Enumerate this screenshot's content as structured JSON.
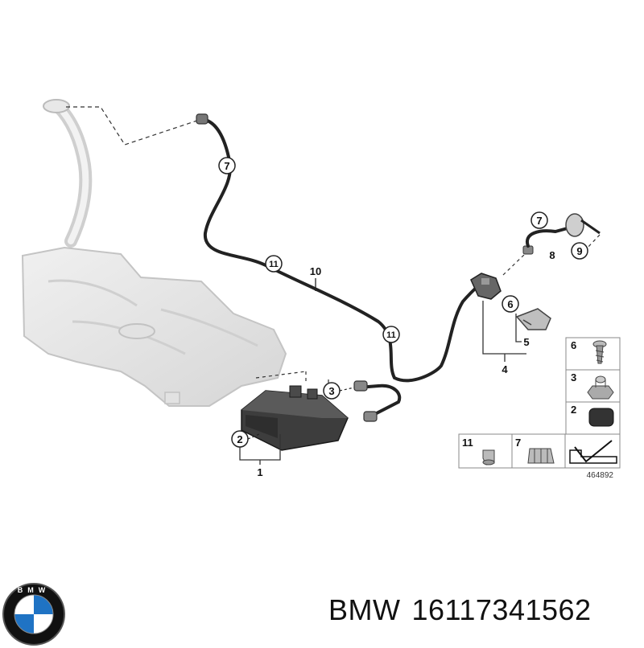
{
  "diagram": {
    "callouts": {
      "c7a": "7",
      "c11a": "11",
      "c10": "10",
      "c11b": "11",
      "c3": "3",
      "c2": "2",
      "c1": "1",
      "c7b": "7",
      "c8": "8",
      "c9": "9",
      "c6": "6",
      "c5": "5",
      "c4": "4"
    },
    "legend": {
      "cells": [
        "6",
        "3",
        "2",
        "11",
        "7"
      ]
    },
    "drawing_number": "464892"
  },
  "footer": {
    "brand": "BMW",
    "part_number": "16117341562",
    "logo_letters": "BMW"
  },
  "colors": {
    "bmw_blue": "#1f73c4",
    "dark": "#222222",
    "tank_fill": "#e6e6e6"
  }
}
